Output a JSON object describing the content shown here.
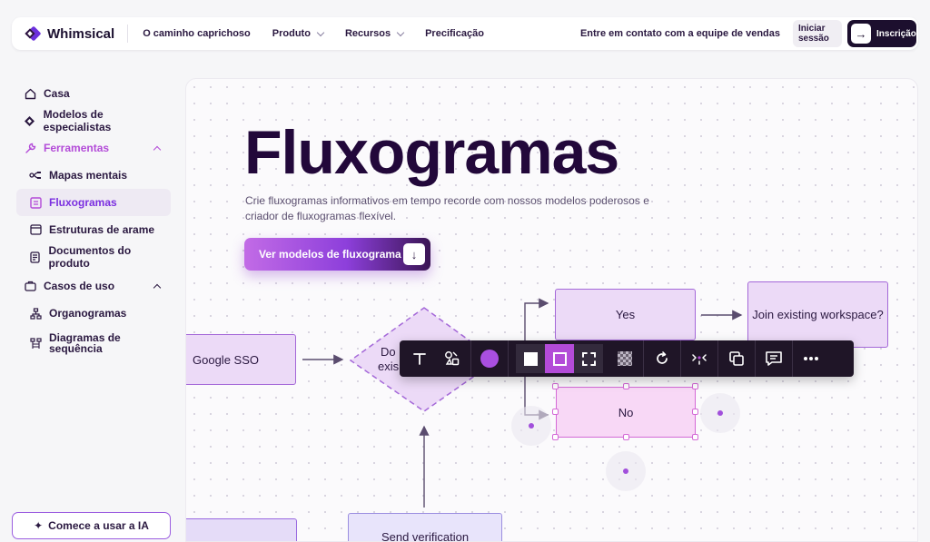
{
  "nav": {
    "brand": "Whimsical",
    "links": [
      {
        "label": "O caminho caprichoso",
        "has_dropdown": false
      },
      {
        "label": "Produto",
        "has_dropdown": true
      },
      {
        "label": "Recursos",
        "has_dropdown": true
      },
      {
        "label": "Precificação",
        "has_dropdown": false
      }
    ],
    "contact": "Entre em contato com a equipe de vendas",
    "login": "Iniciar sessão",
    "signup": "Inscrição"
  },
  "sidebar": {
    "items": [
      {
        "label": "Casa",
        "icon": "home-icon"
      },
      {
        "label": "Modelos de especialistas",
        "icon": "diamond-icon"
      },
      {
        "label": "Ferramentas",
        "icon": "wrench-icon",
        "expanded": true
      },
      {
        "label": "Mapas mentais",
        "icon": "mindmap-icon"
      },
      {
        "label": "Fluxogramas",
        "icon": "flowchart-icon",
        "active": true
      },
      {
        "label": "Estruturas de arame",
        "icon": "wireframe-icon"
      },
      {
        "label": "Documentos do produto",
        "icon": "document-icon"
      },
      {
        "label": "Casos de uso",
        "icon": "briefcase-icon",
        "expanded": true
      },
      {
        "label": "Organogramas",
        "icon": "orgchart-icon"
      },
      {
        "label": "Diagramas de sequência",
        "icon": "sequence-icon"
      }
    ],
    "ai_button": "Comece a usar a IA"
  },
  "hero": {
    "title": "Fluxogramas",
    "subtitle": "Crie fluxogramas informativos em tempo recorde com nossos modelos poderosos e criador de fluxogramas flexível.",
    "cta": "Ver modelos de fluxograma"
  },
  "diagram": {
    "google": "Google SSO",
    "diamond_line1": "Do",
    "diamond_line2": "exis",
    "yes": "Yes",
    "join": "Join existing workspace?",
    "no": "No",
    "send": "Send verification"
  },
  "toolbar": {
    "tools": [
      "text-icon",
      "shapes-icon",
      "color-icon",
      "fill-solid-icon",
      "fill-outline-icon",
      "fill-dashed-icon",
      "opacity-icon",
      "rotate-icon",
      "connectors-icon",
      "duplicate-icon",
      "comment-icon",
      "more-icon"
    ],
    "accent": "#b34bd8"
  },
  "colors": {
    "brand_dark": "#22083a",
    "accent": "#b34bd8",
    "node_fill": "#ecdaf7"
  }
}
